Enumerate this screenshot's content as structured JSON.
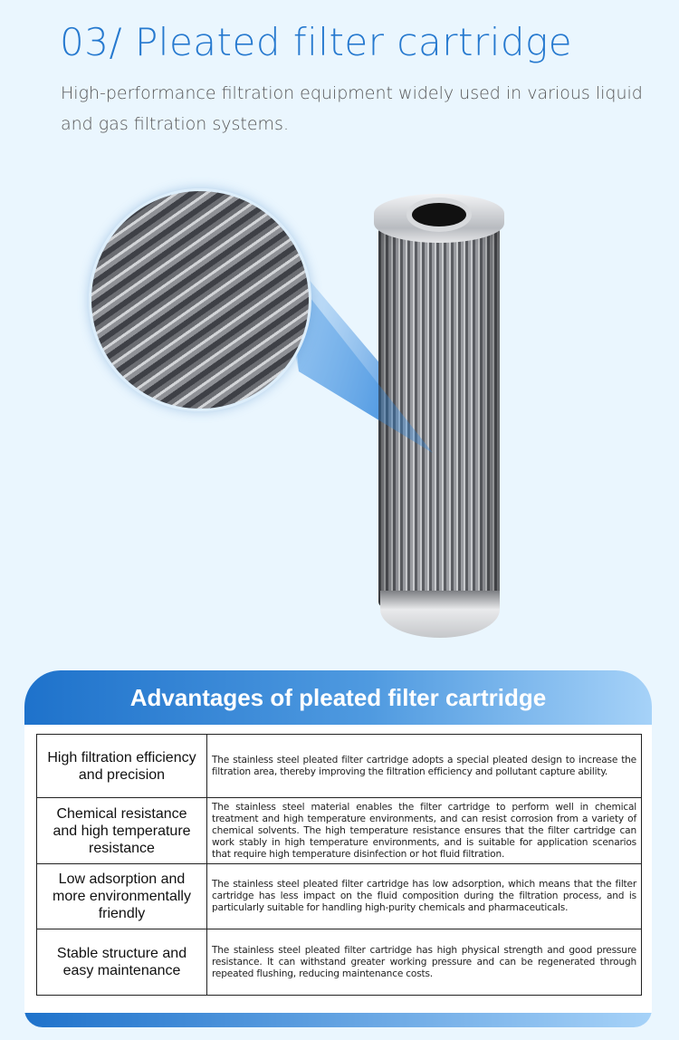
{
  "header": {
    "title": "03/ Pleated filter cartridge",
    "subtitle": "High-performance filtration equipment widely used in various liquid and gas filtration systems."
  },
  "advantages": {
    "title": "Advantages of pleated filter cartridge",
    "rows": [
      {
        "feature": "High filtration efficiency and precision",
        "description": "The stainless steel pleated filter cartridge adopts a special pleated design to increase the filtration area, thereby improving the filtration efficiency and pollutant capture ability."
      },
      {
        "feature": "Chemical resistance and high temperature resistance",
        "description": "The stainless steel material enables the filter cartridge to perform well in chemical treatment and high temperature environments, and can resist corrosion from a variety of chemical solvents. The high temperature resistance ensures that the filter cartridge can work stably in high temperature environments, and is suitable for application scenarios that require high temperature disinfection or hot fluid filtration."
      },
      {
        "feature": "Low adsorption and more environmentally friendly",
        "description": "The stainless steel pleated filter cartridge has low adsorption, which means that the filter cartridge has less impact on the fluid composition during the filtration process, and is particularly suitable for handling high-purity chemicals and pharmaceuticals."
      },
      {
        "feature": "Stable structure and easy maintenance",
        "description": "The stainless steel pleated filter cartridge has high physical strength and good pressure resistance. It can withstand greater working pressure and can be regenerated through repeated flushing, reducing maintenance costs."
      }
    ]
  }
}
